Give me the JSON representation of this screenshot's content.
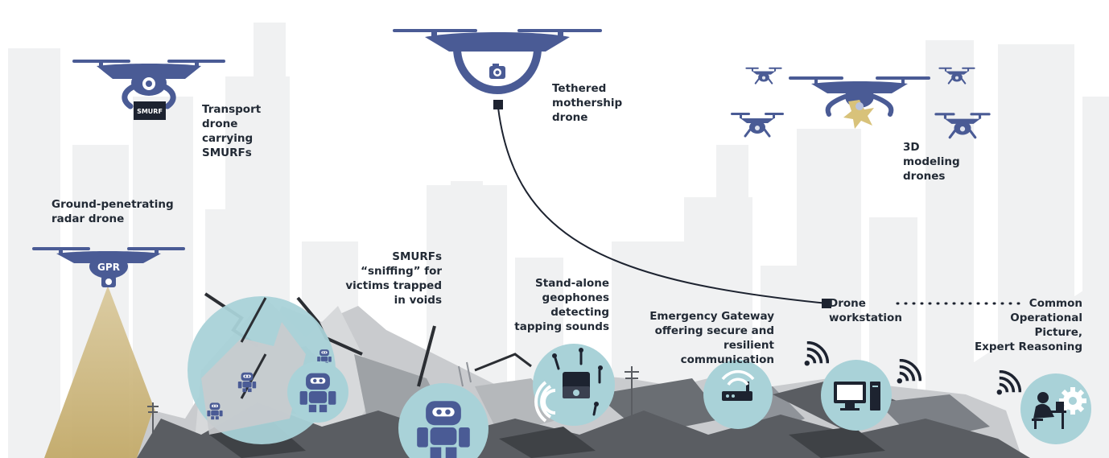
{
  "colors": {
    "drone_body": "#4a5b95",
    "rubble_dark": "#5a5d62",
    "rubble_mid": "#8f9399",
    "rubble_light": "#c9cbce",
    "city_silhouette": "#f0f1f2",
    "circle_fill": "#a9d2d8",
    "radar_beam": "#c8b27a",
    "text": "#222a35"
  },
  "icons": {
    "transport_drone": "drone-with-gripper-icon",
    "mothership_drone": "drone-with-camera-icon",
    "gpr_drone": "drone-with-radar-icon",
    "modeling_drones": "small-drone-icon",
    "smurf": "robot-icon",
    "geophone": "geophone-case-icon",
    "gateway": "router-icon",
    "workstation": "desktop-computer-icon",
    "cop": "person-at-desk-gear-icon",
    "wifi": "wifi-signal-icon"
  },
  "labels": {
    "transport": "Transport\ndrone\ncarrying\nSMURFs",
    "smurf_box": "SMURF",
    "mothership": "Tethered\nmothership\ndrone",
    "modeling": "3D\nmodeling\ndrones",
    "gpr": "Ground-penetrating\nradar drone",
    "gpr_badge": "GPR",
    "smurfs_sniffing": "SMURFs\n“sniffing” for\nvictims trapped\nin voids",
    "geophones": "Stand-alone\ngeophones\ndetecting\ntapping sounds",
    "gateway": "Emergency Gateway\noffering secure and\nresilient communication",
    "workstation": "Drone\nworkstation",
    "cop": "Common\nOperational\nPicture,\nExpert Reasoning"
  }
}
